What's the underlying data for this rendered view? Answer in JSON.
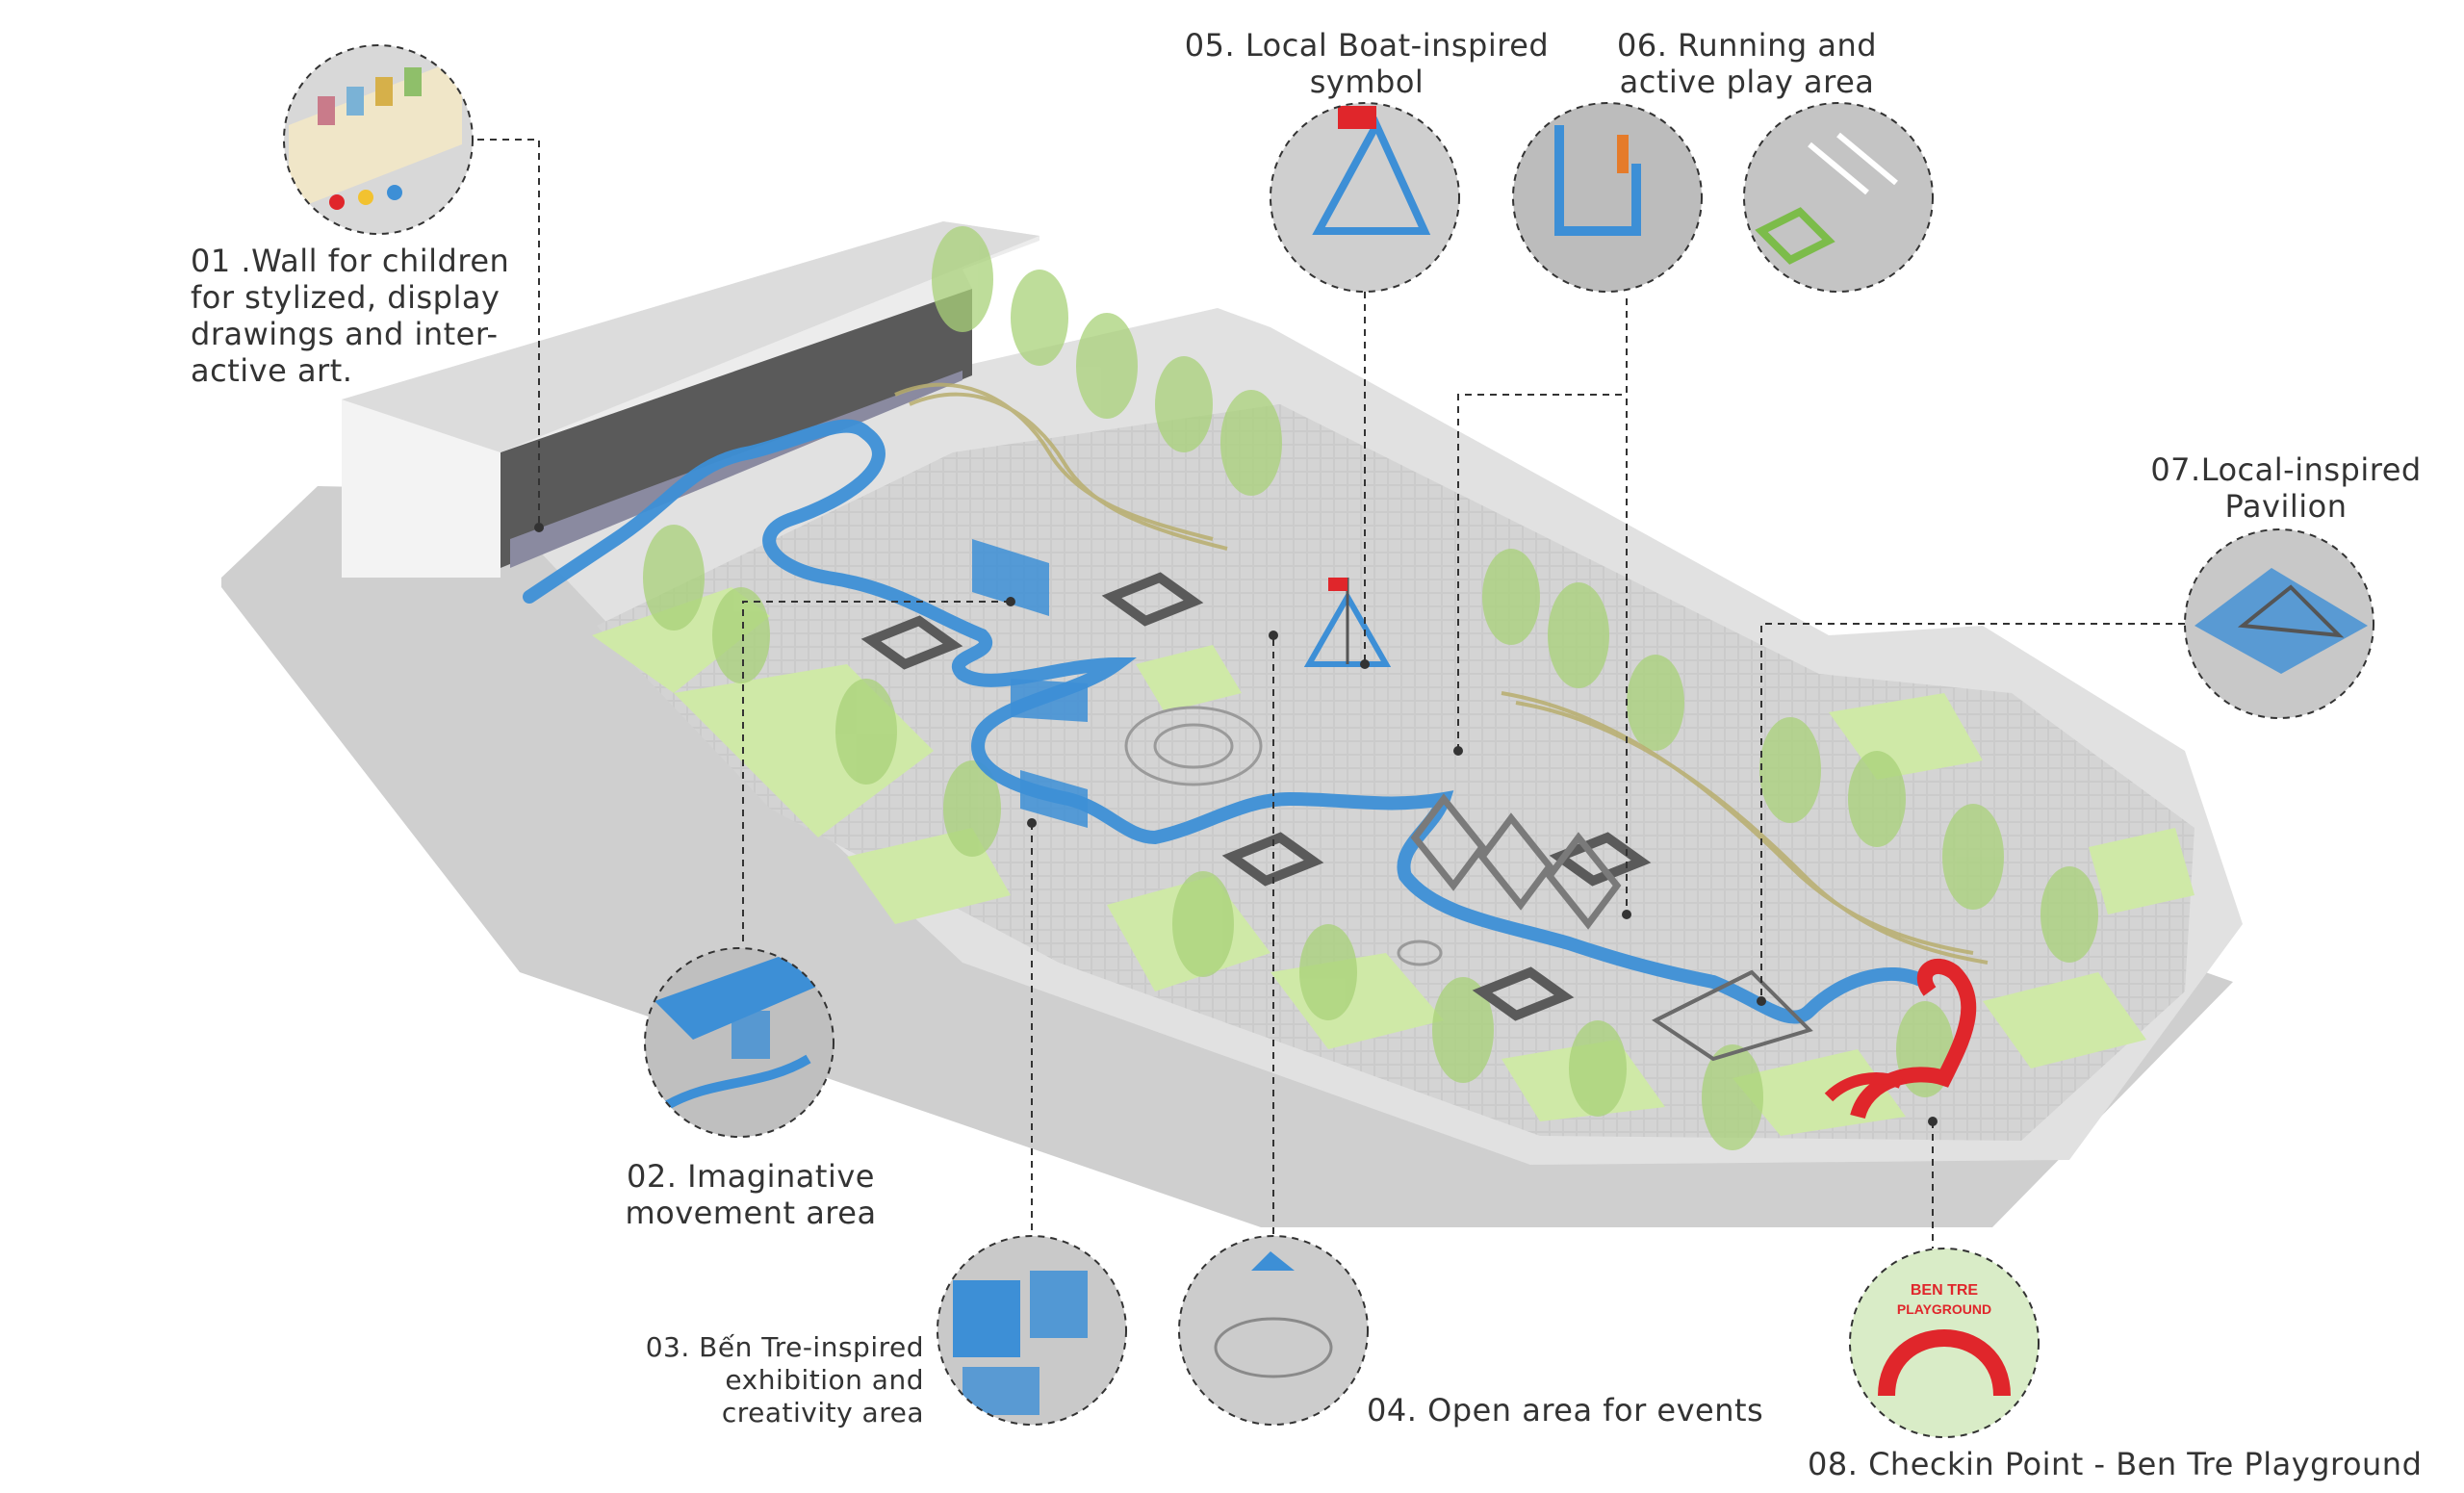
{
  "labels": {
    "l01": [
      "01 .Wall for children",
      "for stylized, display",
      "drawings and inter-",
      "active art."
    ],
    "l02": [
      "02. Imaginative",
      "movement area"
    ],
    "l03": [
      "03. Bến Tre-inspired",
      "exhibition and",
      "creativity area"
    ],
    "l04": [
      "04. Open area for events"
    ],
    "l05": [
      "05. Local Boat-inspired",
      "symbol"
    ],
    "l06": [
      "06. Running and",
      "active play area"
    ],
    "l07": [
      "07.Local-inspired",
      "Pavilion"
    ],
    "l08": [
      "08. Checkin Point - Ben Tre Playground"
    ]
  },
  "checkin_sign": [
    "BEN TRE",
    "PLAYGROUND"
  ],
  "colors": {
    "label_text": "#333333",
    "pavement": "#d6d6d6",
    "plaza": "#c2c2c2",
    "lawn": "#cfe9a7",
    "tree": "#a9d279",
    "blue_path": "#3d8fd6",
    "red_arch": "#e0262b",
    "leader_line": "#333333"
  }
}
